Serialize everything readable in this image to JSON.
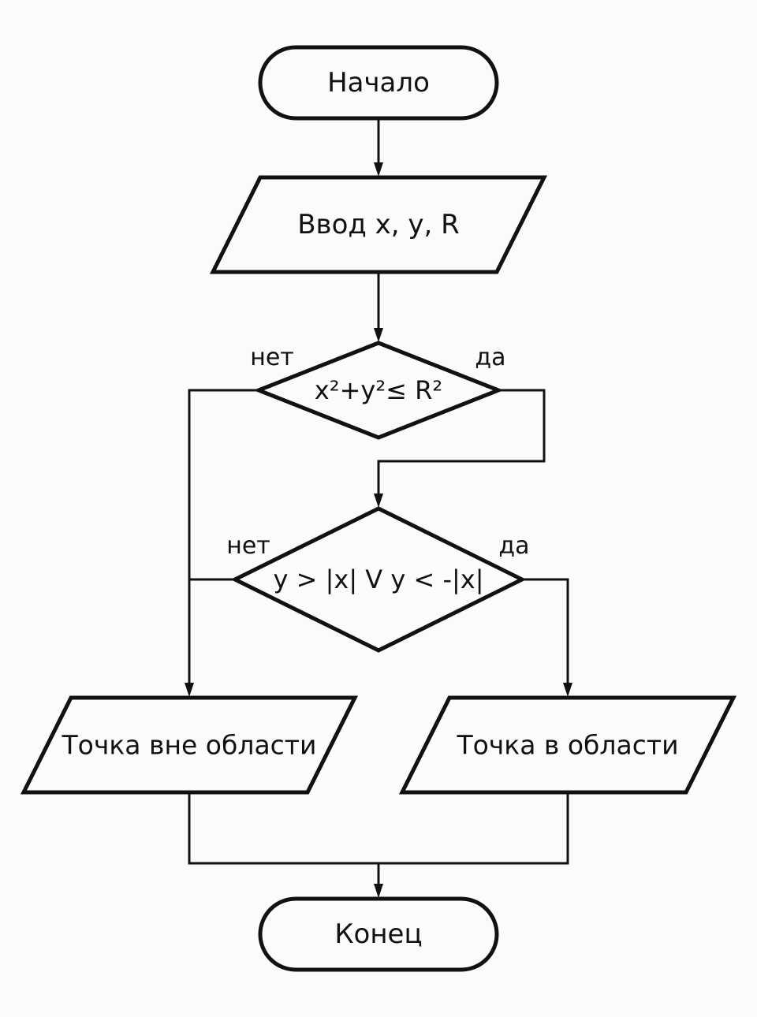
{
  "nodes": {
    "start": "Начало",
    "input": "Ввод x, y, R",
    "condition1": "x²+y²≤ R²",
    "condition2": "y > |x| V y < -|x|",
    "output_outside": "Точка вне области",
    "output_inside": "Точка в области",
    "end": "Конец"
  },
  "branches": {
    "cond1_no": "нет",
    "cond1_yes": "да",
    "cond2_no": "нет",
    "cond2_yes": "да"
  }
}
